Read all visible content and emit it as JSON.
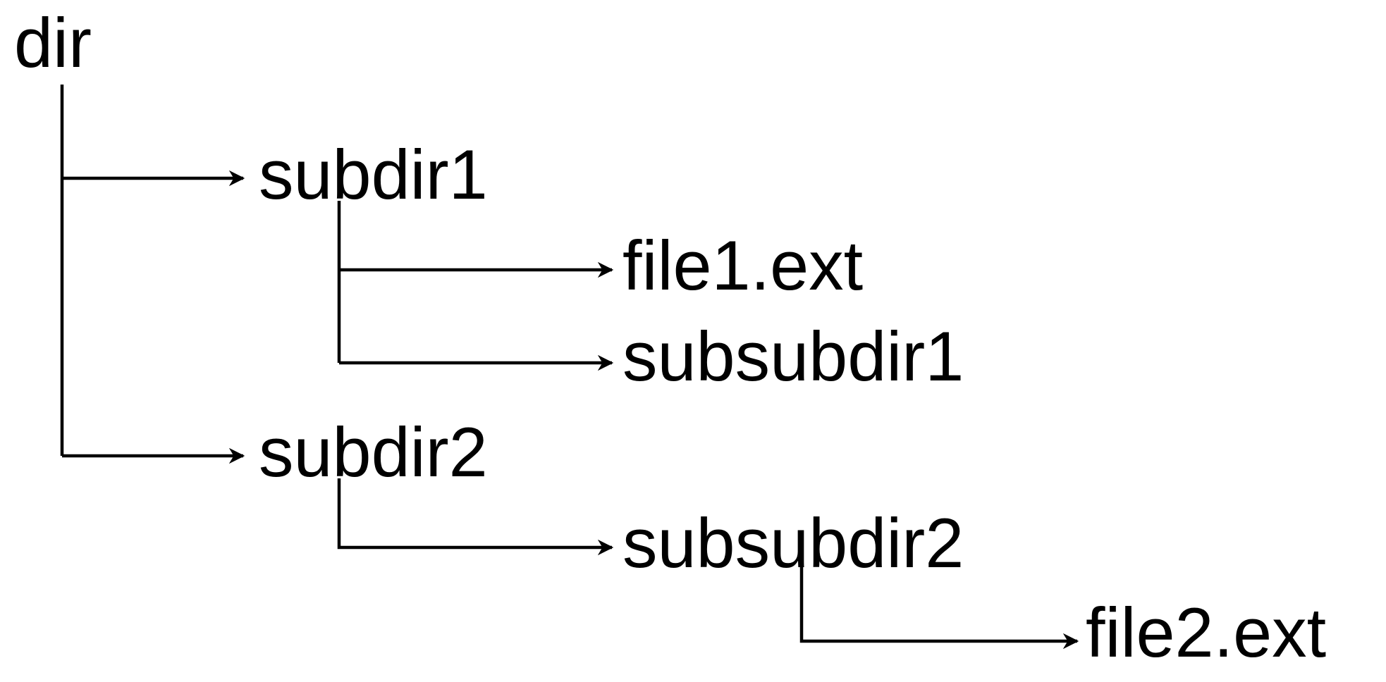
{
  "diagram": {
    "root": {
      "label": "dir"
    },
    "nodes": {
      "subdir1": {
        "label": "subdir1",
        "parent": "root"
      },
      "file1": {
        "label": "file1.ext",
        "parent": "subdir1"
      },
      "subsubdir1": {
        "label": "subsubdir1",
        "parent": "subdir1"
      },
      "subdir2": {
        "label": "subdir2",
        "parent": "root"
      },
      "subsubdir2": {
        "label": "subsubdir2",
        "parent": "subdir2"
      },
      "file2": {
        "label": "file2.ext",
        "parent": "subsubdir2"
      }
    },
    "edge_color": "#000000",
    "text_color": "#000000",
    "background": "#ffffff"
  }
}
